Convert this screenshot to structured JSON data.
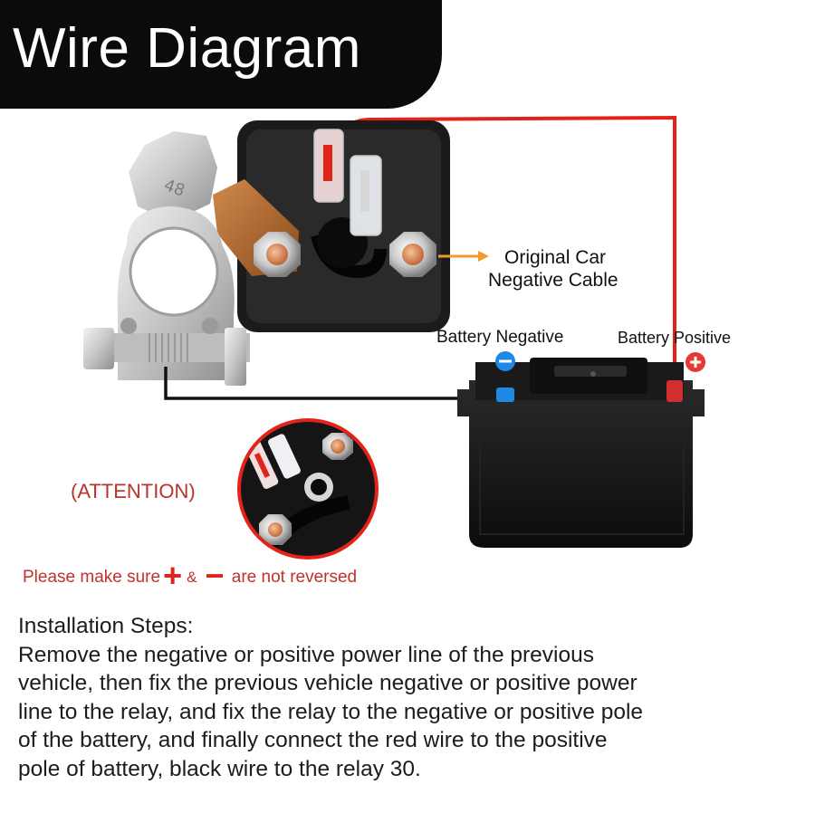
{
  "title": "Wire Diagram",
  "labels": {
    "original_cable_line1": "Original Car",
    "original_cable_line2": "Negative Cable",
    "battery_negative": "Battery Negative",
    "battery_positive": "Battery Positive",
    "clamp_number": "48",
    "attention": "(ATTENTION)",
    "plus_symbol": "+",
    "minus_symbol": "−"
  },
  "warning": {
    "before": "Please make sure",
    "connector": "&",
    "after": "are not reversed"
  },
  "steps": {
    "heading": "Installation Steps:",
    "lines": [
      "Remove the negative or positive power line of the previous",
      "vehicle, then fix the previous vehicle negative or positive power",
      "line to the relay, and fix the relay to the negative or positive pole",
      " of the battery, and finally connect the red wire to the positive",
      " pole of battery, black wire to the  relay 30."
    ]
  },
  "colors": {
    "red_wire": "#e2231a",
    "black_wire": "#111111",
    "negative_terminal": "#1e88e5",
    "positive_terminal": "#d32f2f",
    "arrow": "#f29a2e",
    "copper": "#b5651d"
  }
}
